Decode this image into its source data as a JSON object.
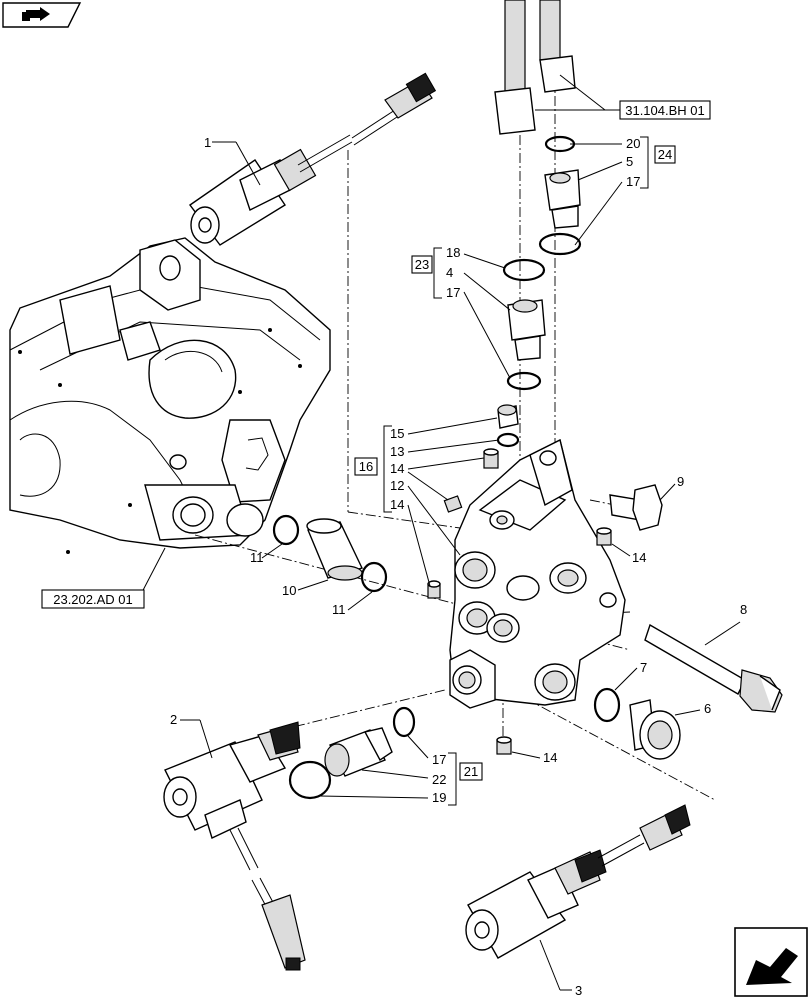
{
  "references": {
    "top_pipe_ref": "31.104.BH 01",
    "housing_ref": "23.202.AD 01"
  },
  "kits": {
    "kit_24": "24",
    "kit_23": "23",
    "kit_16": "16",
    "kit_21": "21"
  },
  "callouts": {
    "c1": "1",
    "c2": "2",
    "c3": "3",
    "c4": "4",
    "c5": "5",
    "c6": "6",
    "c7": "7",
    "c8": "8",
    "c9": "9",
    "c10": "10",
    "c11a": "11",
    "c11b": "11",
    "c12": "12",
    "c13": "13",
    "c14a": "14",
    "c14b": "14",
    "c14c": "14",
    "c14d": "14",
    "c15": "15",
    "c17a": "17",
    "c17b": "17",
    "c17c": "17",
    "c18": "18",
    "c19": "19",
    "c20": "20",
    "c22": "22"
  },
  "icons": {
    "top_left": "parts-catalog-book-icon",
    "bottom_right": "next-page-arrow-icon"
  }
}
